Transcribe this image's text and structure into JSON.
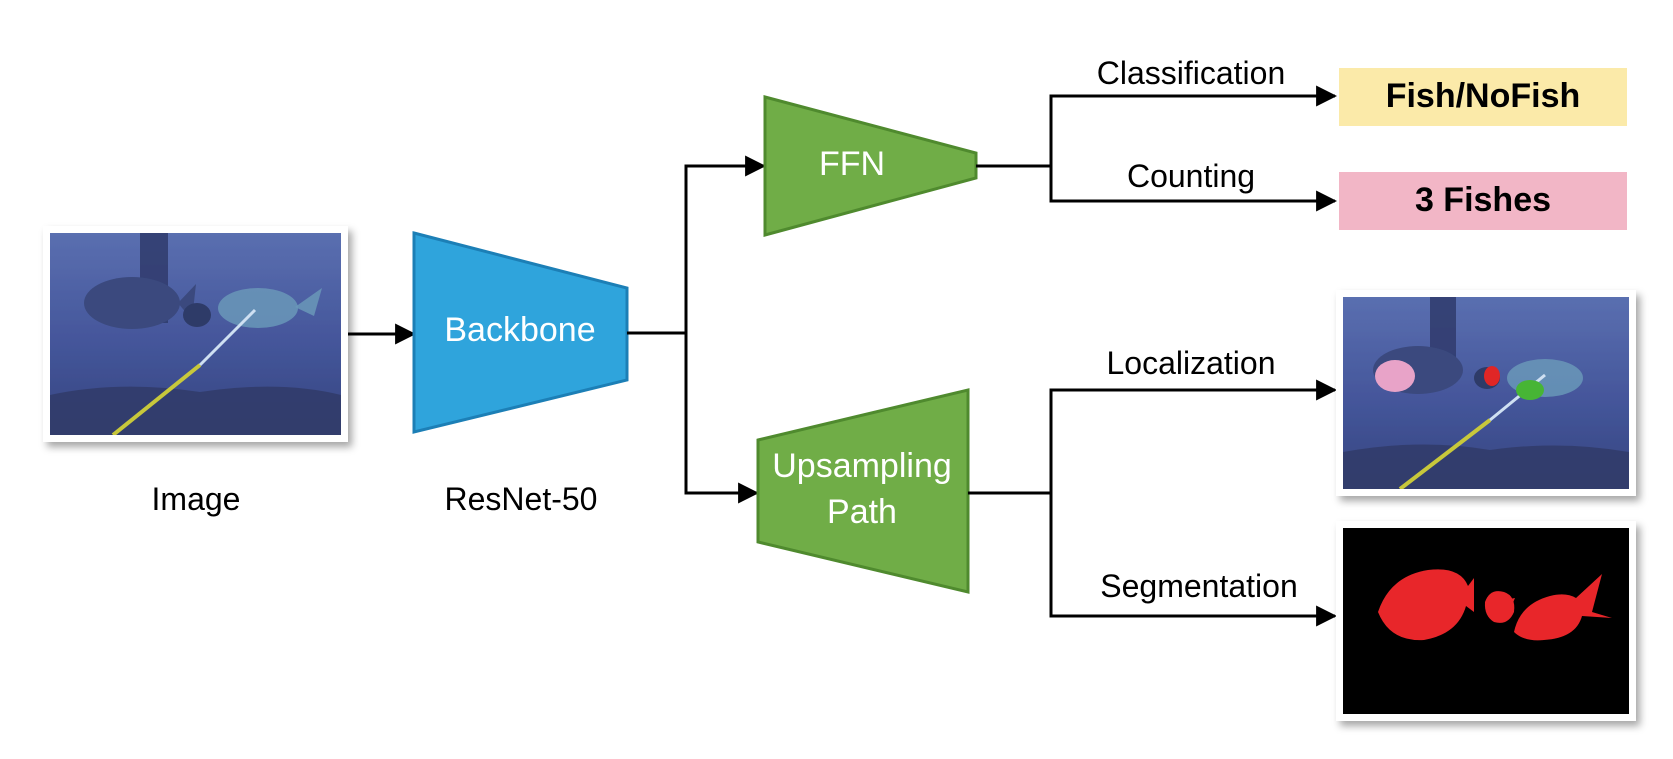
{
  "image_label": "Image",
  "backbone": {
    "label": "Backbone",
    "caption": "ResNet-50"
  },
  "ffn": {
    "label": "FFN"
  },
  "upsampling": {
    "line1": "Upsampling",
    "line2": "Path"
  },
  "classification": {
    "label": "Classification",
    "output": "Fish/NoFish"
  },
  "counting": {
    "label": "Counting",
    "output": "3 Fishes"
  },
  "localization": {
    "label": "Localization"
  },
  "segmentation": {
    "label": "Segmentation"
  },
  "colors": {
    "backbone": "#2fa4dc",
    "branch": "#70ad47",
    "classification_box": "#fbeaa9",
    "counting_box": "#f2b6c6",
    "arrow": "#000000"
  }
}
